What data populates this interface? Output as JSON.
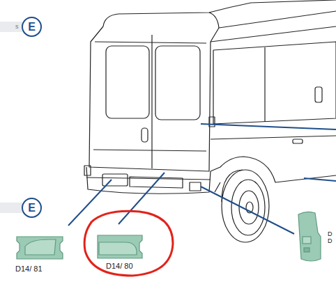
{
  "diagram": {
    "nodes": [
      {
        "text": [
          "E"
        ]
      },
      {
        "text": [
          "E"
        ]
      }
    ],
    "labels": [
      "s",
      "D14/ 81",
      "D14/ 80",
      "D",
      "D"
    ]
  }
}
